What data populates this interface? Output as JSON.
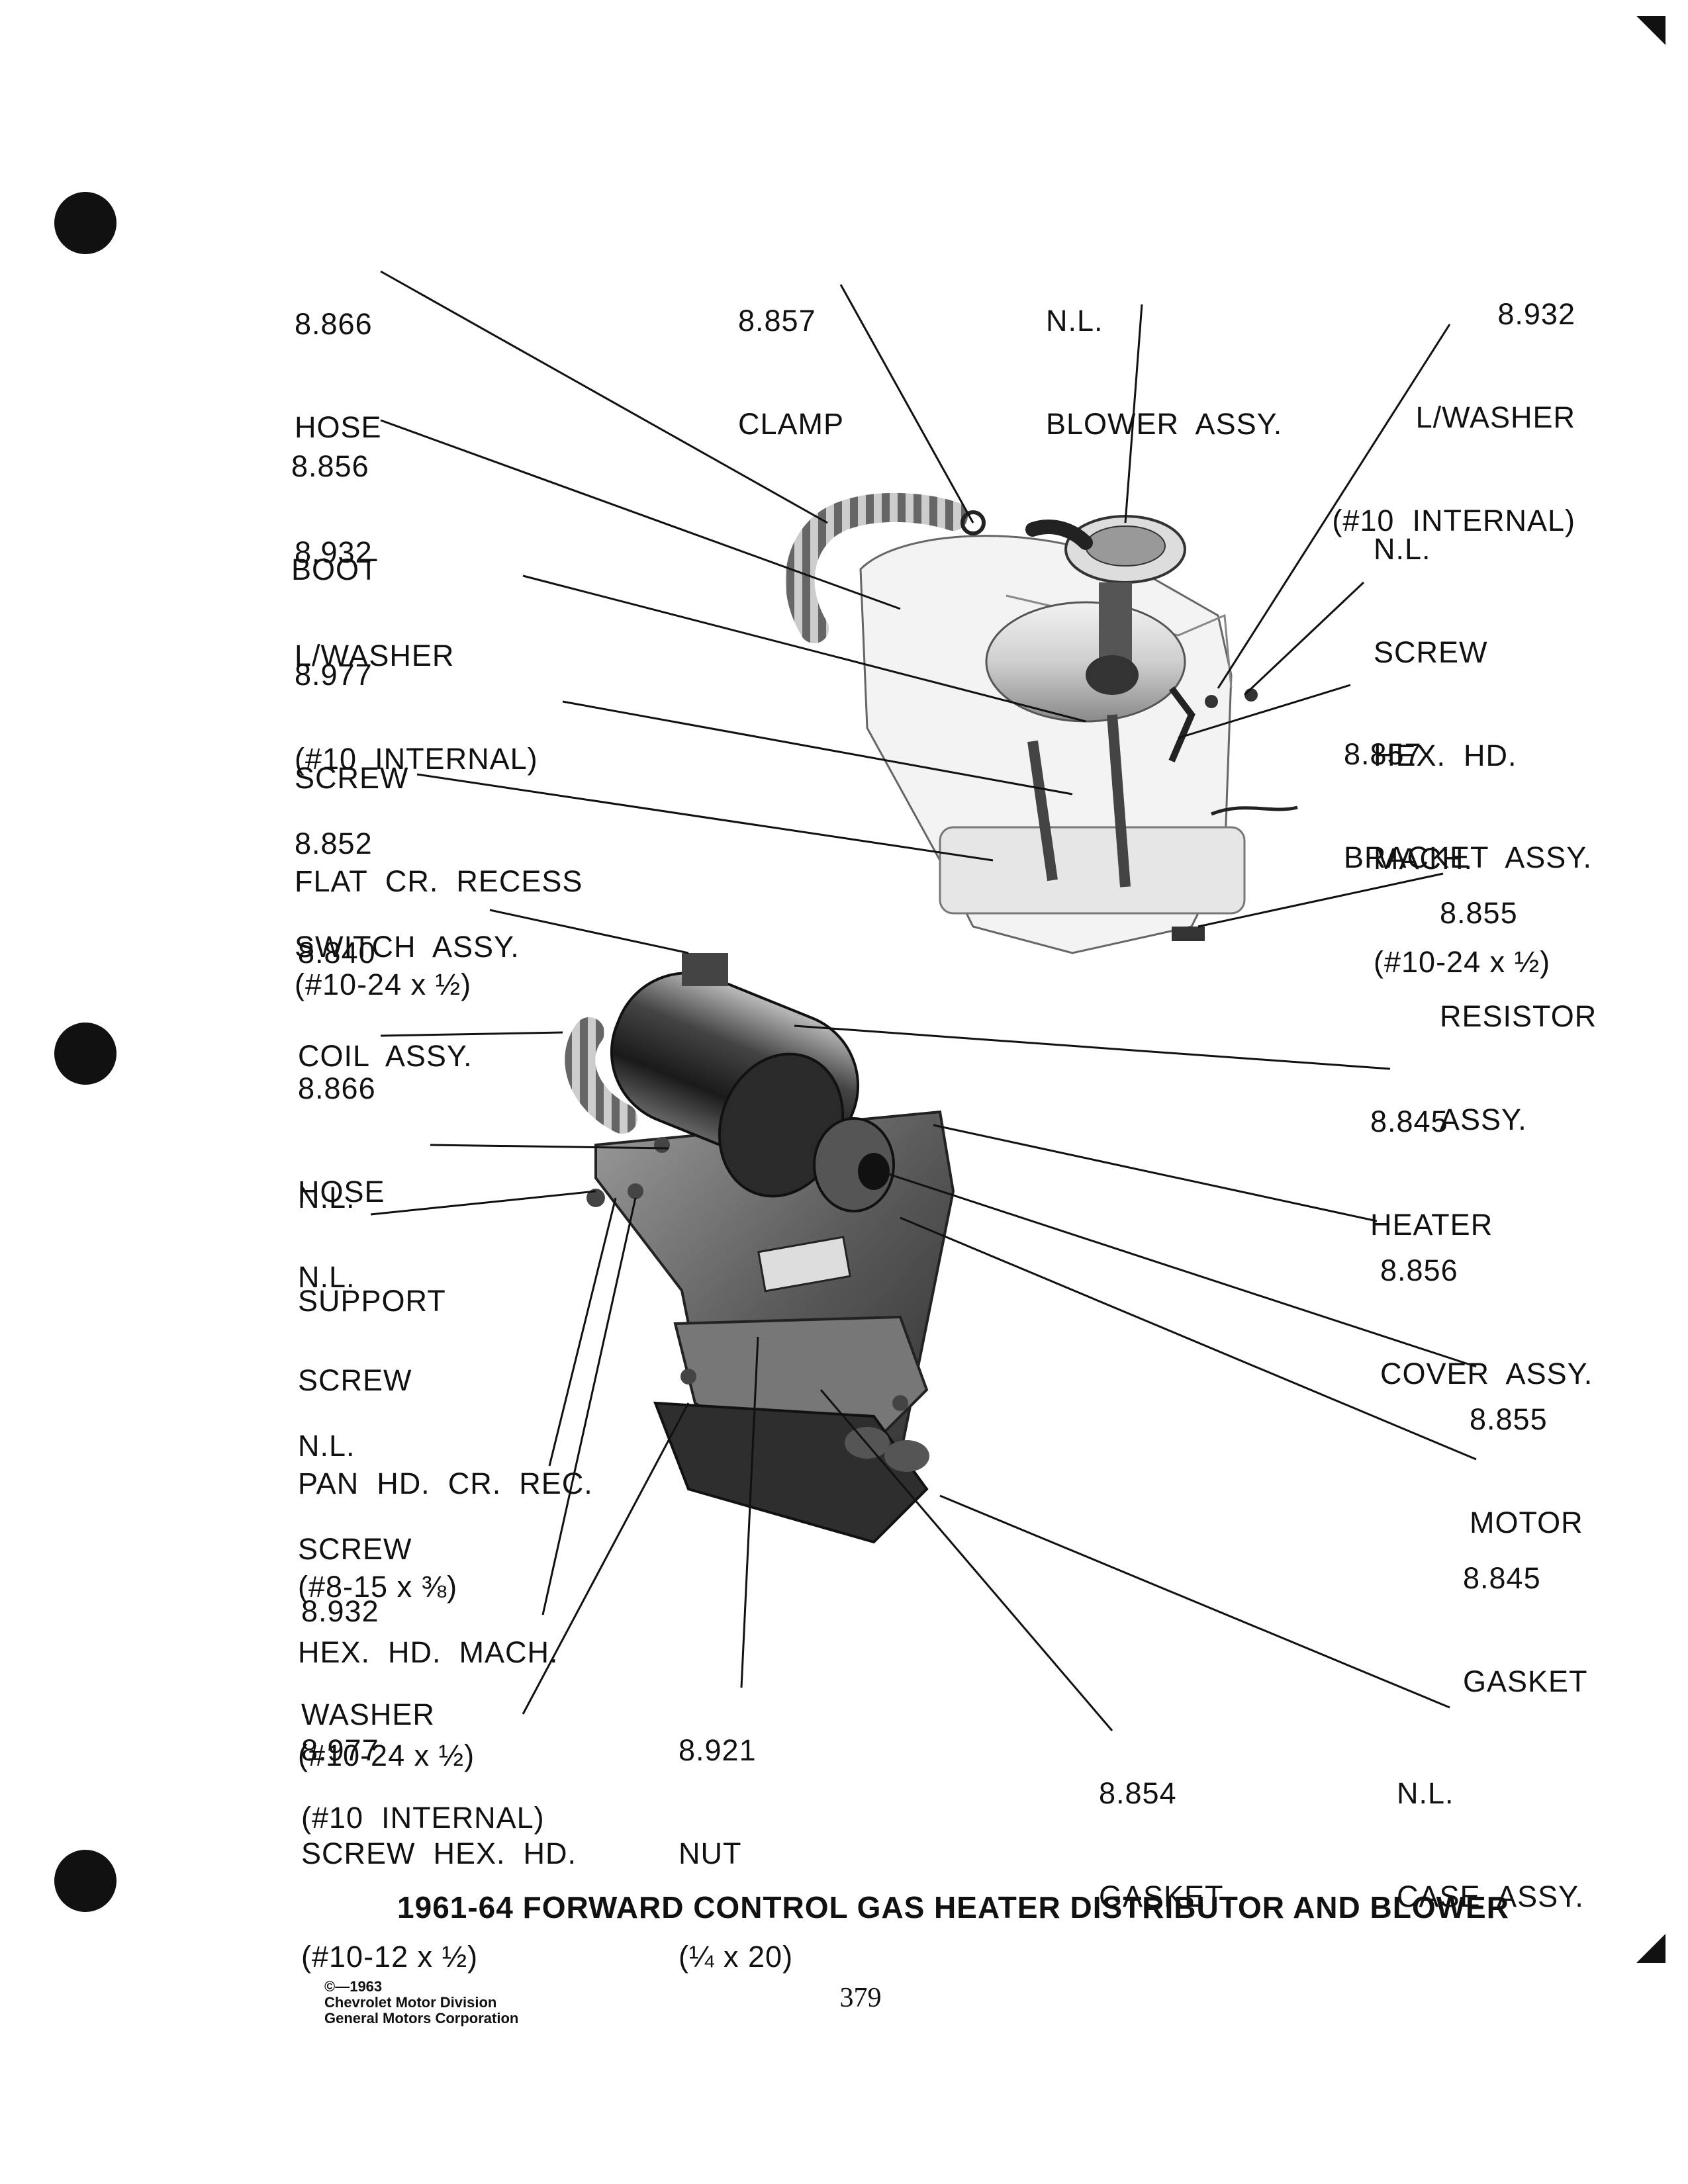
{
  "caption": "1961-64 FORWARD CONTROL GAS HEATER DISTRIBUTOR AND BLOWER",
  "page_number": "379",
  "copyright": [
    "©—1963",
    "Chevrolet Motor Division",
    "General Motors Corporation"
  ],
  "callouts": {
    "hose_top": [
      "8.866",
      "HOSE"
    ],
    "clamp_top": [
      "8.857",
      "CLAMP"
    ],
    "blower_assy": [
      "N.L.",
      "BLOWER  ASSY."
    ],
    "lwasher_top_right": [
      "8.932",
      "L/WASHER",
      "(#10  INTERNAL)"
    ],
    "boot": [
      "8.856",
      "BOOT"
    ],
    "lwasher_left": [
      "8.932",
      "L/WASHER",
      "(#10  INTERNAL)"
    ],
    "screw_hex_top_right": [
      "N.L.",
      "SCREW",
      "HEX.  HD.",
      "MACH.",
      "(#10-24 x ½)"
    ],
    "screw_flat": [
      "8.977",
      "SCREW",
      "FLAT  CR.  RECESS",
      "(#10-24 x ½)"
    ],
    "bracket_assy": [
      "8.857",
      "BRACKET  ASSY."
    ],
    "switch_assy": [
      "8.852",
      "SWITCH  ASSY."
    ],
    "resistor_assy": [
      "8.855",
      "RESISTOR",
      "ASSY."
    ],
    "coil_assy": [
      "8.840",
      "COIL  ASSY."
    ],
    "hose_mid": [
      "8.866",
      "HOSE"
    ],
    "heater": [
      "8.845",
      "HEATER"
    ],
    "support": [
      "N.L.",
      "SUPPORT"
    ],
    "screw_pan": [
      "N.L.",
      "SCREW",
      "PAN  HD.  CR.  REC.",
      "(#8-15 x ⅜)"
    ],
    "cover_assy": [
      "8.856",
      "COVER  ASSY."
    ],
    "screw_hex_left": [
      "N.L.",
      "SCREW",
      "HEX.  HD.  MACH.",
      "(#10-24 x ½)"
    ],
    "motor": [
      "8.855",
      "MOTOR"
    ],
    "gasket_right": [
      "8.845",
      "GASKET"
    ],
    "washer_left": [
      "8.932",
      "WASHER",
      "(#10  INTERNAL)"
    ],
    "screw_hex_bottom": [
      "8.977",
      "SCREW  HEX.  HD.",
      "(#10-12 x ½)"
    ],
    "nut": [
      "8.921",
      "NUT",
      "(¼ x 20)"
    ],
    "gasket_bottom": [
      "8.854",
      "GASKET"
    ],
    "case_assy": [
      "N.L.",
      "CASE  ASSY."
    ]
  }
}
